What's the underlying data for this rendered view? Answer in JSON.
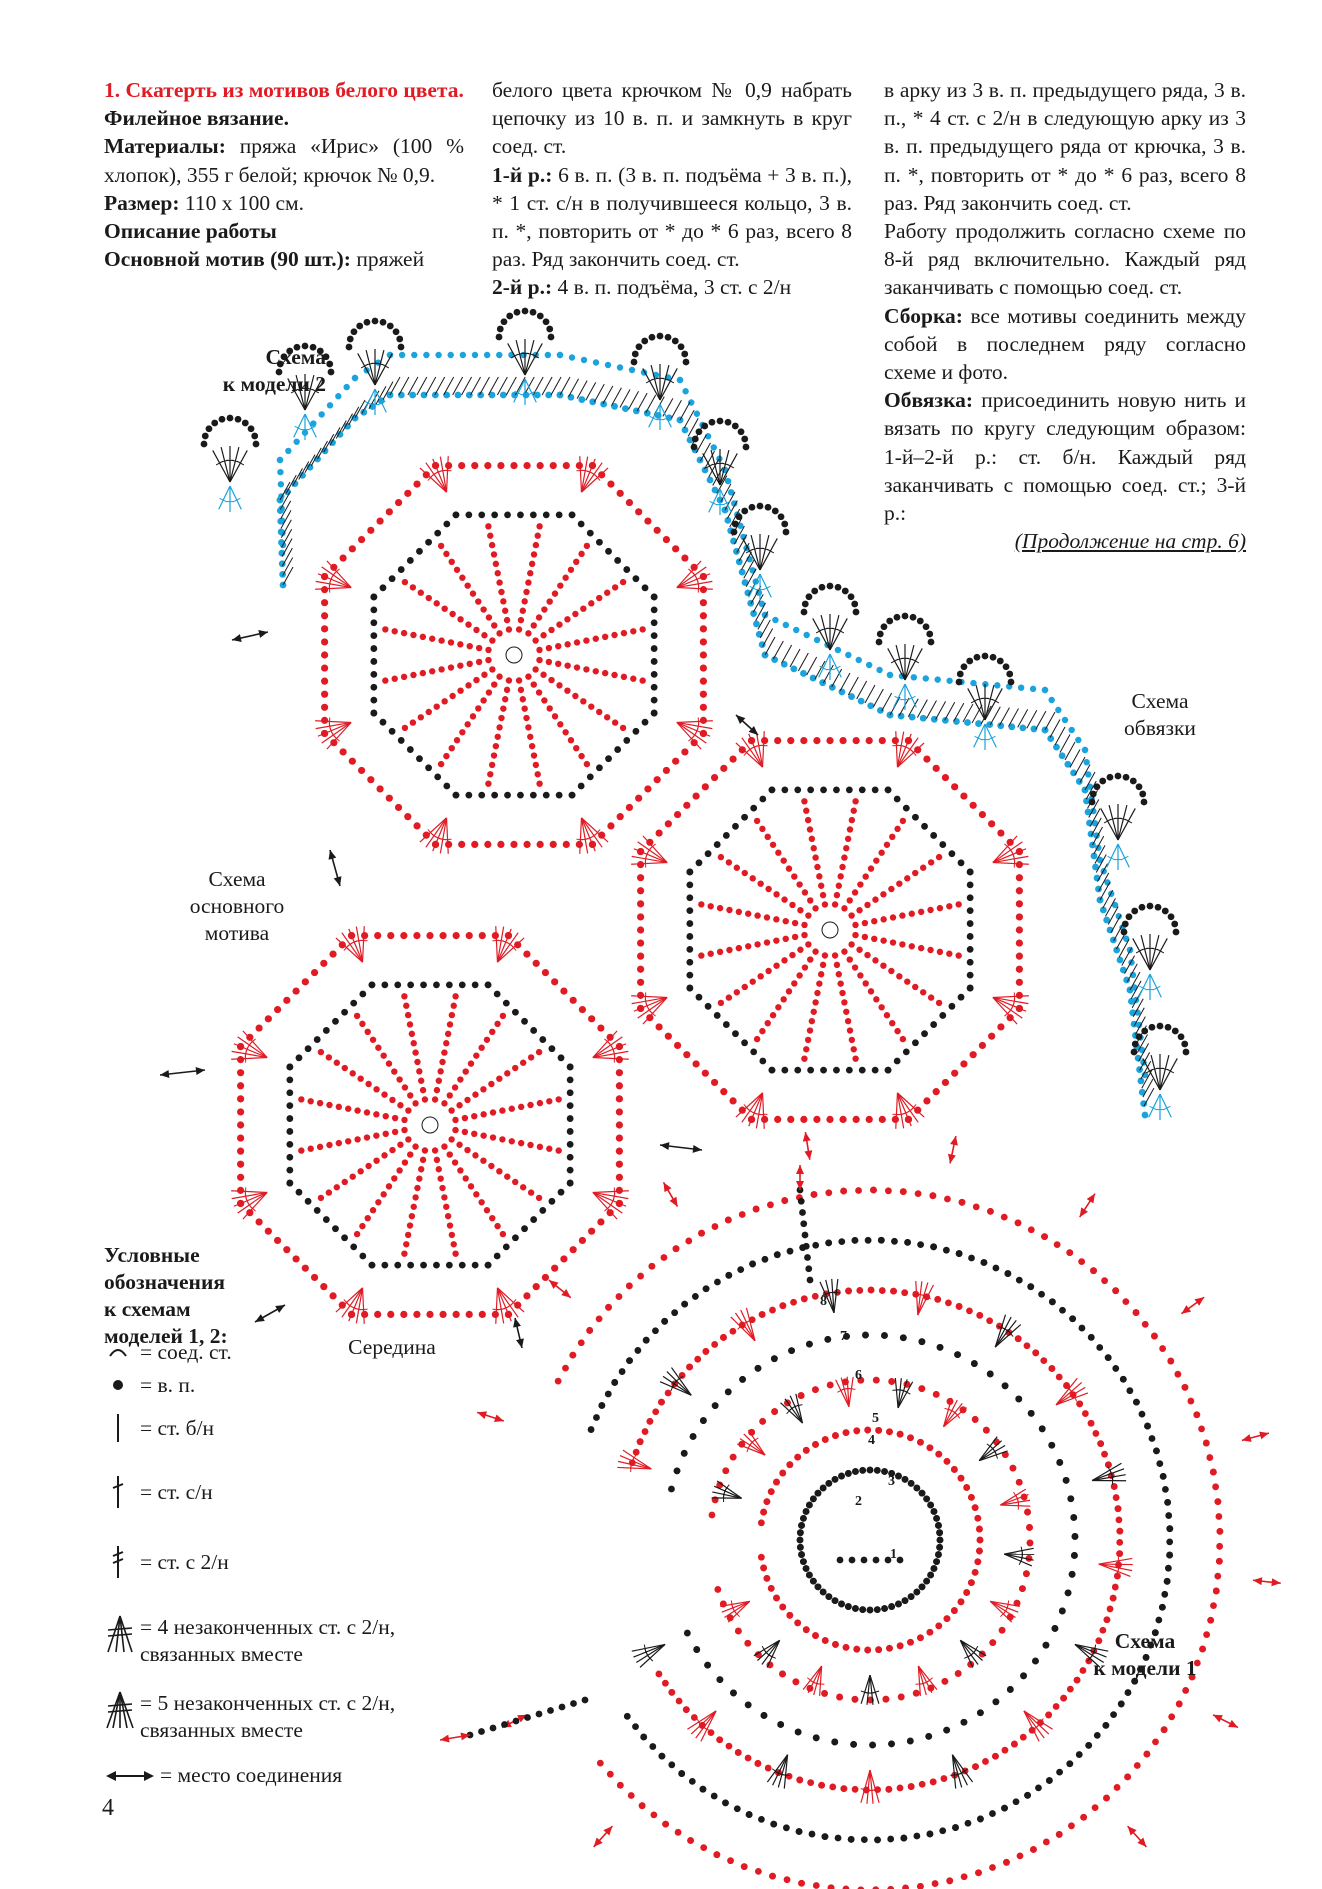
{
  "article": {
    "title": "1. Скатерть из мотивов белого цвета.",
    "technique": "Филейное вязание.",
    "materials_label": "Материалы:",
    "materials_text": "пряжа «Ирис» (100 % хлопок), 355 г белой; крючок № 0,9.",
    "size_label": "Размер:",
    "size_text": "110 х 100 см.",
    "work_heading": "Описание работы",
    "motif_label": "Основной мотив (90 шт.):",
    "motif_text": "пряжей",
    "col2_intro": "белого цвета крючком № 0,9 набрать цепочку из 10 в. п. и замкнуть в круг соед. ст.",
    "row1_label": "1-й р.:",
    "row1_text": "6 в. п. (3 в. п. подъёма + 3 в. п.), * 1 ст. с/н в получившееся кольцо, 3 в. п. *, повторить от * до * 6 раз, всего 8 раз. Ряд закончить соед. ст.",
    "row2_label": "2-й р.:",
    "row2_text": "4 в. п. подъёма, 3 ст. с 2/н",
    "col3_intro": "в арку из 3 в. п. предыдущего ряда, 3 в. п., * 4 ст. с 2/н в следующую арку из 3 в. п. предыдущего ряда от крючка, 3 в. п. *, повторить от * до * 6 раз, всего 8 раз. Ряд закончить соед. ст.",
    "continue_text": "Работу продолжить согласно схеме по 8-й ряд включительно. Каждый ряд заканчивать с помощью соед. ст.",
    "assembly_label": "Сборка:",
    "assembly_text": "все мотивы соединить между собой в последнем ряду согласно схеме и фото.",
    "edging_label": "Обвязка:",
    "edging_text": "присоединить новую нить и вязать по кругу следующим образом: 1-й–2-й р.: ст. б/н. Каждый ряд заканчивать с помощью соед. ст.; 3-й р.:",
    "continued_note": "(Продолжение на стр. 6)"
  },
  "labels": {
    "scheme_model2": [
      "Схема",
      "к модели 2"
    ],
    "scheme_edging": [
      "Схема",
      "обвязки"
    ],
    "scheme_main": [
      "Схема",
      "основного",
      "мотива"
    ],
    "middle": "Середина",
    "scheme_model1": [
      "Схема",
      "к модели 1"
    ]
  },
  "legend": {
    "title": [
      "Условные",
      "обозначения",
      "к схемам",
      "моделей 1, 2:"
    ],
    "items": [
      {
        "icon": "slip-stitch-icon",
        "text": "= соед. ст."
      },
      {
        "icon": "chain-stitch-icon",
        "text": "= в. п."
      },
      {
        "icon": "single-crochet-icon",
        "text": "= ст. б/н"
      },
      {
        "icon": "double-crochet-icon",
        "text": "= ст. с/н"
      },
      {
        "icon": "treble-crochet-icon",
        "text": "= ст. с 2/н"
      },
      {
        "icon": "cluster-4-icon",
        "text": "= 4 незаконченных ст. с 2/н,",
        "text2": "связанных вместе"
      },
      {
        "icon": "cluster-5-icon",
        "text": "= 5 незаконченных ст. с 2/н,",
        "text2": "связанных вместе"
      },
      {
        "icon": "join-arrow-icon",
        "text": "= место соединения"
      }
    ]
  },
  "row_numbers": [
    "1",
    "2",
    "3",
    "4",
    "5",
    "6",
    "7",
    "8"
  ],
  "page_number": "4",
  "colors": {
    "red": "#e01b24",
    "blue": "#1aa3dc",
    "black": "#1a1a1a"
  }
}
